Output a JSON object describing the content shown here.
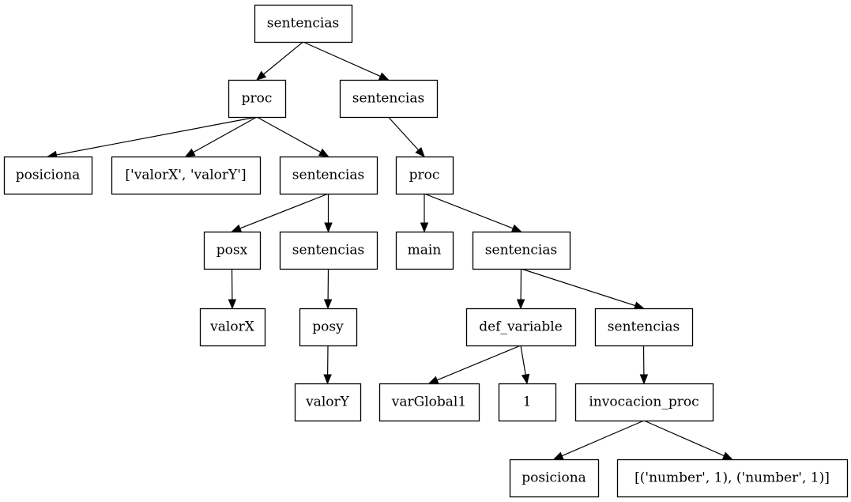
{
  "tree": {
    "nodes": [
      {
        "id": "n0",
        "label": "sentencias"
      },
      {
        "id": "n1",
        "label": "proc"
      },
      {
        "id": "n2",
        "label": "sentencias"
      },
      {
        "id": "n3",
        "label": "posiciona"
      },
      {
        "id": "n4",
        "label": "['valorX', 'valorY']"
      },
      {
        "id": "n5",
        "label": "sentencias"
      },
      {
        "id": "n6",
        "label": "proc"
      },
      {
        "id": "n7",
        "label": "posx"
      },
      {
        "id": "n8",
        "label": "sentencias"
      },
      {
        "id": "n9",
        "label": "main"
      },
      {
        "id": "n10",
        "label": "sentencias"
      },
      {
        "id": "n11",
        "label": "valorX"
      },
      {
        "id": "n12",
        "label": "posy"
      },
      {
        "id": "n13",
        "label": "def_variable"
      },
      {
        "id": "n14",
        "label": "sentencias"
      },
      {
        "id": "n15",
        "label": "valorY"
      },
      {
        "id": "n16",
        "label": "varGlobal1"
      },
      {
        "id": "n17",
        "label": "1"
      },
      {
        "id": "n18",
        "label": "invocacion_proc"
      },
      {
        "id": "n19",
        "label": "posiciona"
      },
      {
        "id": "n20",
        "label": "[('number', 1), ('number', 1)]"
      }
    ],
    "edges": [
      [
        "n0",
        "n1"
      ],
      [
        "n0",
        "n2"
      ],
      [
        "n1",
        "n3"
      ],
      [
        "n1",
        "n4"
      ],
      [
        "n1",
        "n5"
      ],
      [
        "n2",
        "n6"
      ],
      [
        "n5",
        "n7"
      ],
      [
        "n5",
        "n8"
      ],
      [
        "n6",
        "n9"
      ],
      [
        "n6",
        "n10"
      ],
      [
        "n7",
        "n11"
      ],
      [
        "n8",
        "n12"
      ],
      [
        "n10",
        "n13"
      ],
      [
        "n10",
        "n14"
      ],
      [
        "n12",
        "n15"
      ],
      [
        "n13",
        "n16"
      ],
      [
        "n13",
        "n17"
      ],
      [
        "n14",
        "n18"
      ],
      [
        "n18",
        "n19"
      ],
      [
        "n18",
        "n20"
      ]
    ]
  }
}
